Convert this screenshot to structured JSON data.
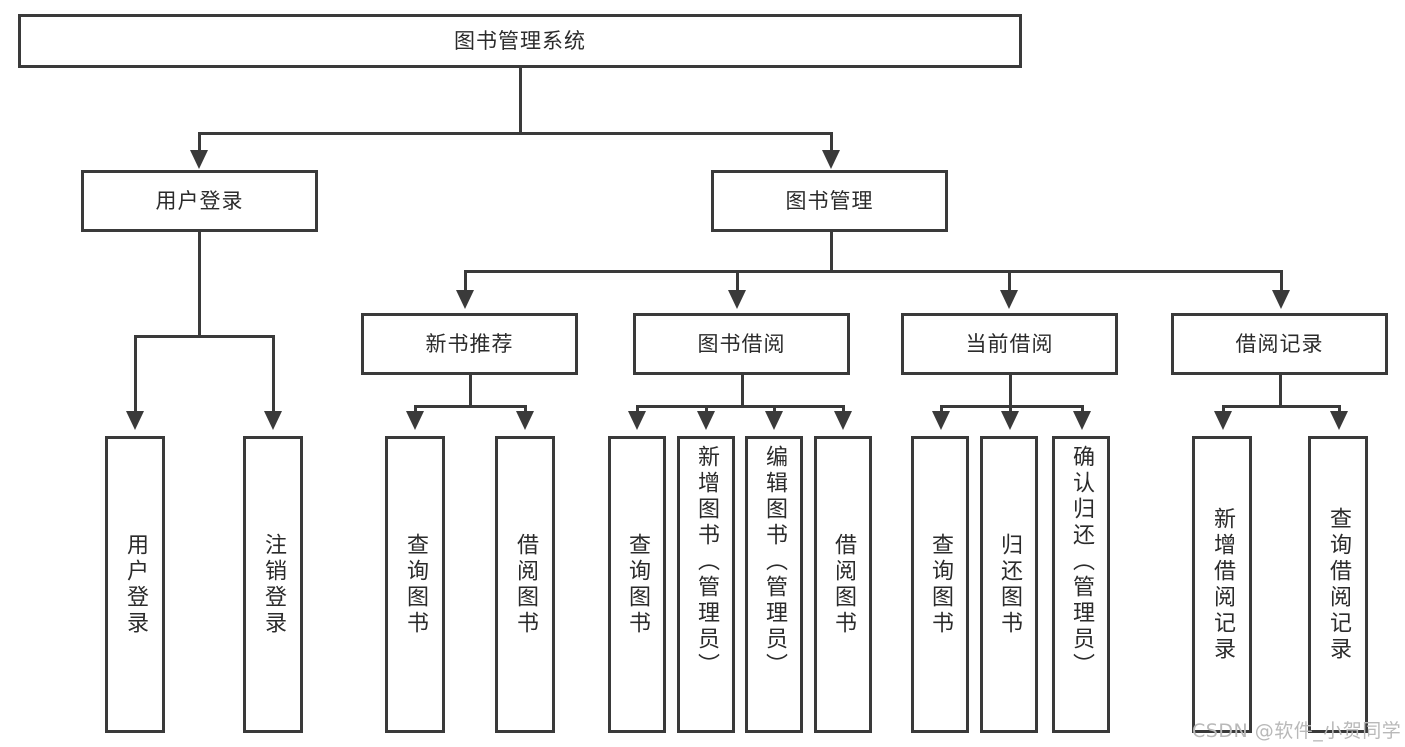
{
  "diagram": {
    "title": "图书管理系统",
    "type": "tree-hierarchy-diagram",
    "root": {
      "label": "图书管理系统"
    },
    "level1": [
      {
        "label": "用户登录"
      },
      {
        "label": "图书管理"
      }
    ],
    "level2": [
      {
        "label": "新书推荐"
      },
      {
        "label": "图书借阅"
      },
      {
        "label": "当前借阅"
      },
      {
        "label": "借阅记录"
      }
    ],
    "leaves": {
      "user_login": [
        {
          "label": "用户登录"
        },
        {
          "label": "注销登录"
        }
      ],
      "new_book_recommend": [
        {
          "label": "查询图书"
        },
        {
          "label": "借阅图书"
        }
      ],
      "book_borrow": [
        {
          "label": "查询图书"
        },
        {
          "label": "新增图书（管理员）"
        },
        {
          "label": "编辑图书（管理员）"
        },
        {
          "label": "借阅图书"
        }
      ],
      "current_borrow": [
        {
          "label": "查询图书"
        },
        {
          "label": "归还图书"
        },
        {
          "label": "确认归还（管理员）"
        }
      ],
      "borrow_record": [
        {
          "label": "新增借阅记录"
        },
        {
          "label": "查询借阅记录"
        }
      ]
    }
  },
  "watermark": {
    "text": "CSDN @软件_小贺同学"
  },
  "colors": {
    "stroke": "#3a3a3a",
    "text": "#2b2b2b",
    "background": "#ffffff",
    "watermark": "#b9b9b9"
  }
}
